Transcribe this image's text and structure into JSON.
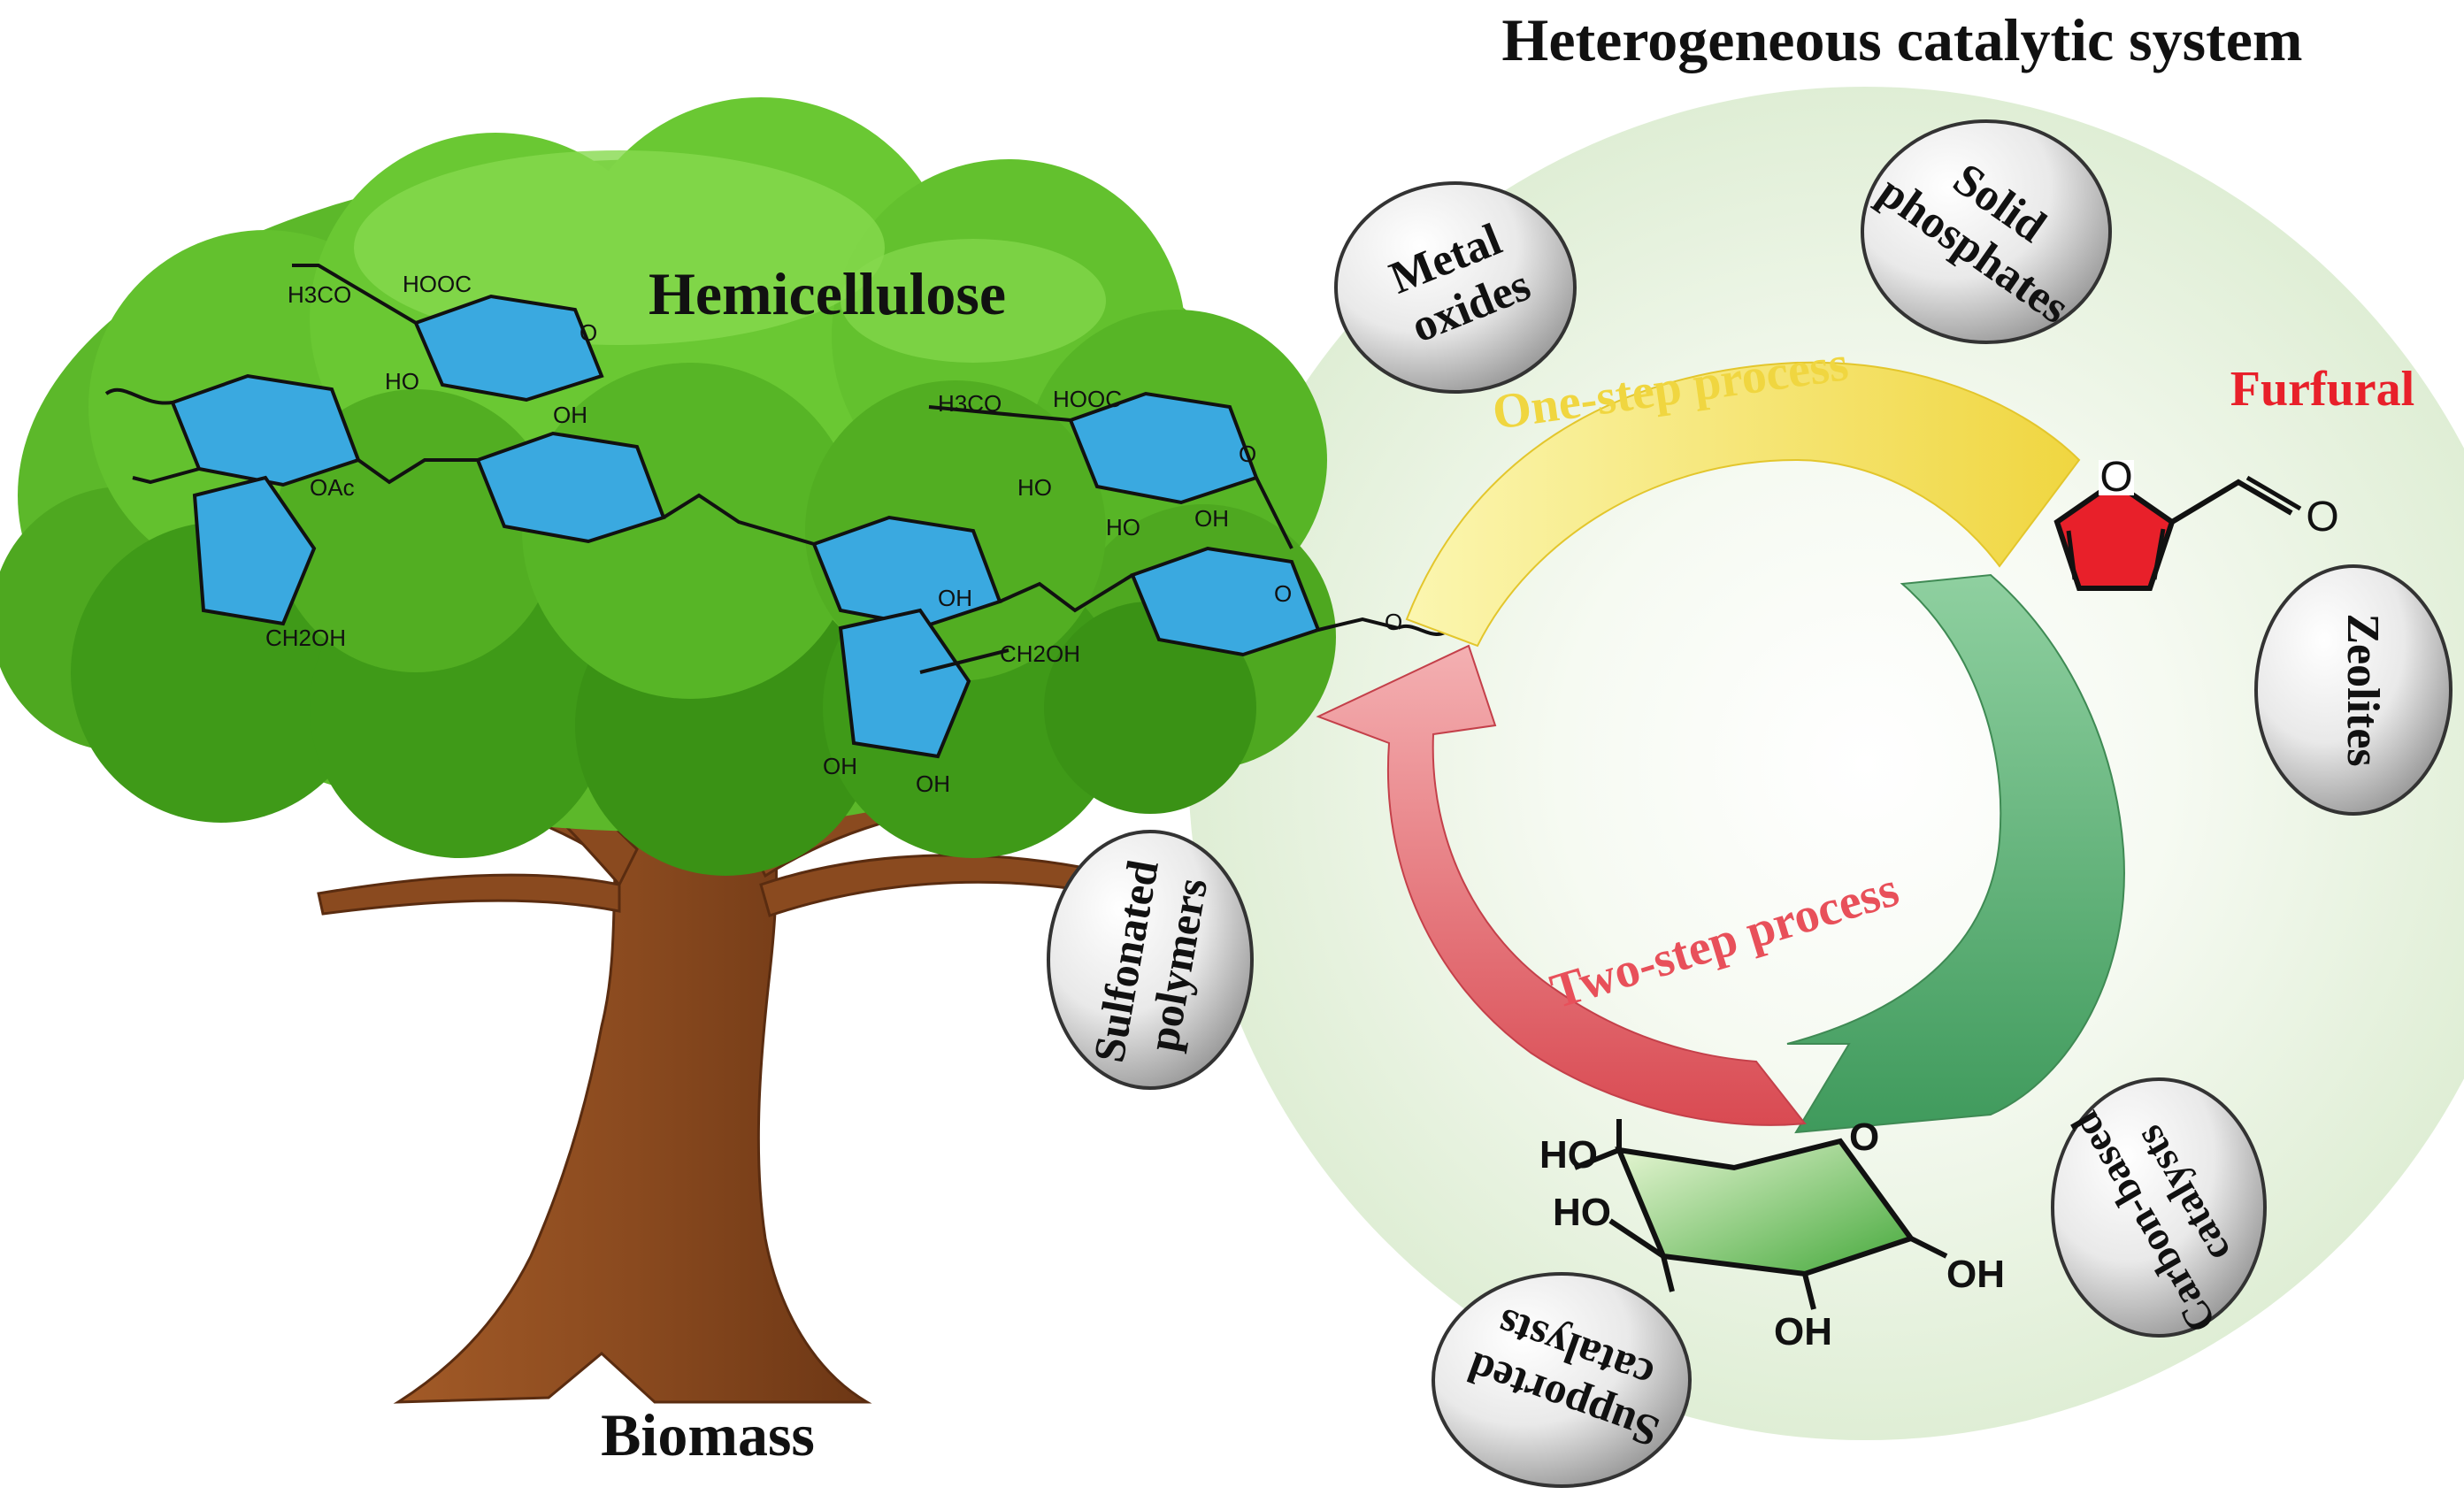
{
  "title": "Heterogeneous catalytic system",
  "labels": {
    "hemicellulose": "Hemicellulose",
    "biomass": "Biomass",
    "furfural": "Furfural",
    "one_step": "One-step process",
    "two_step": "Two-step process"
  },
  "catalysts": {
    "metal_oxides": [
      "Metal",
      "oxides"
    ],
    "solid_phosphates": [
      "Solid",
      "phosphates"
    ],
    "zeolites": [
      "Zeolites"
    ],
    "carbon_based": [
      "Carbon-based",
      "catalysts"
    ],
    "supported": [
      "Supported",
      "catalysts"
    ],
    "sulfonated": [
      "Sulfonated",
      "polymers"
    ]
  },
  "hemicellulose_groups": [
    "H3CO",
    "HOOC",
    "O",
    "OH",
    "HO",
    "OAc",
    "CH2OH",
    "H3CO",
    "HOOC",
    "HO",
    "OH",
    "O",
    "HO",
    "OH",
    "CH2OH",
    "OH",
    "OH",
    "O",
    "O"
  ],
  "xylose_groups": [
    "HO",
    "HO",
    "OH",
    "OH",
    "O"
  ],
  "furfural_groups": [
    "O",
    "O"
  ],
  "colors": {
    "title": "#111111",
    "furfural": "#e8202a",
    "one_step": "#f0d640",
    "two_step": "#e05a60",
    "green_arrow": "#4ea86c",
    "ring": "#e6f0dd",
    "foliage": "#4caf1e",
    "trunk": "#8a4a1f",
    "sugar_blue": "#3aa9e0",
    "xylose_green": "#5cbf4e"
  }
}
